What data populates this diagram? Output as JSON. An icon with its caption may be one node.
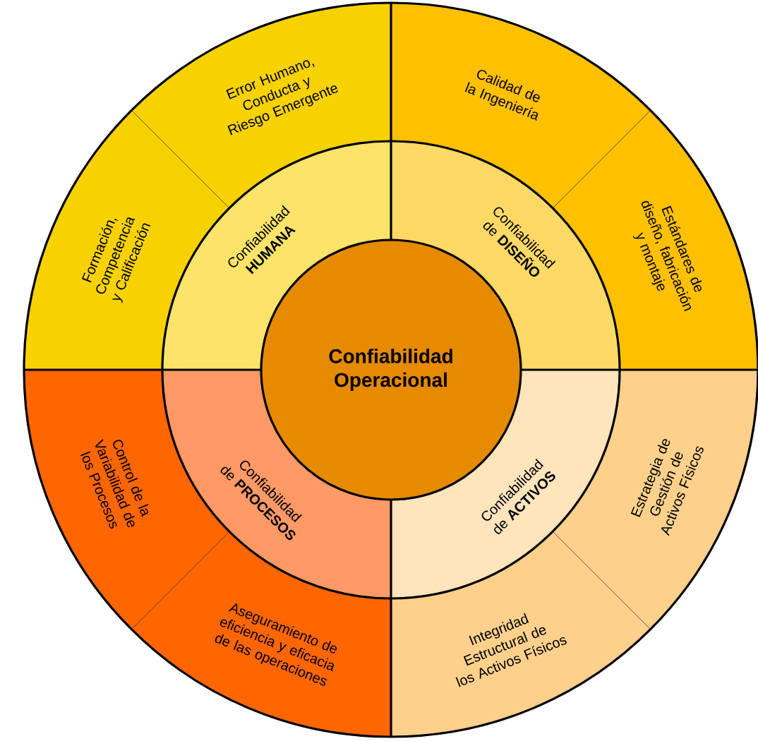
{
  "diagram": {
    "nodes": [
      {
        "text": [
          "Confiabilidad Operacional"
        ]
      },
      {
        "text": [
          "Confiabilidad **HUMANA**"
        ]
      },
      {
        "text": [
          "Error Humano, Conducta y Riesgo Emergente"
        ]
      },
      {
        "text": [
          "Formación, Competencia y Calificación"
        ]
      },
      {
        "text": [
          "Confiabilidad de **DISEÑO**"
        ]
      },
      {
        "text": [
          "Calidad de la Ingeniería"
        ]
      },
      {
        "text": [
          "Estándares de diseño, fabricación y montaje"
        ]
      },
      {
        "text": [
          "Confiabilidad de **PROCESOS**"
        ]
      },
      {
        "text": [
          "Control de la Variabilidad de los Procesos"
        ]
      },
      {
        "text": [
          "Aseguramiento de eficiencia y eficacia de las operaciones"
        ]
      },
      {
        "text": [
          "Confiabilidad de **ACTIVOS**"
        ]
      },
      {
        "text": [
          "Integridad Estructural de los Activos Físicos"
        ]
      },
      {
        "text": [
          "Estrategia de Gestión de Activos Físicos"
        ]
      }
    ]
  }
}
